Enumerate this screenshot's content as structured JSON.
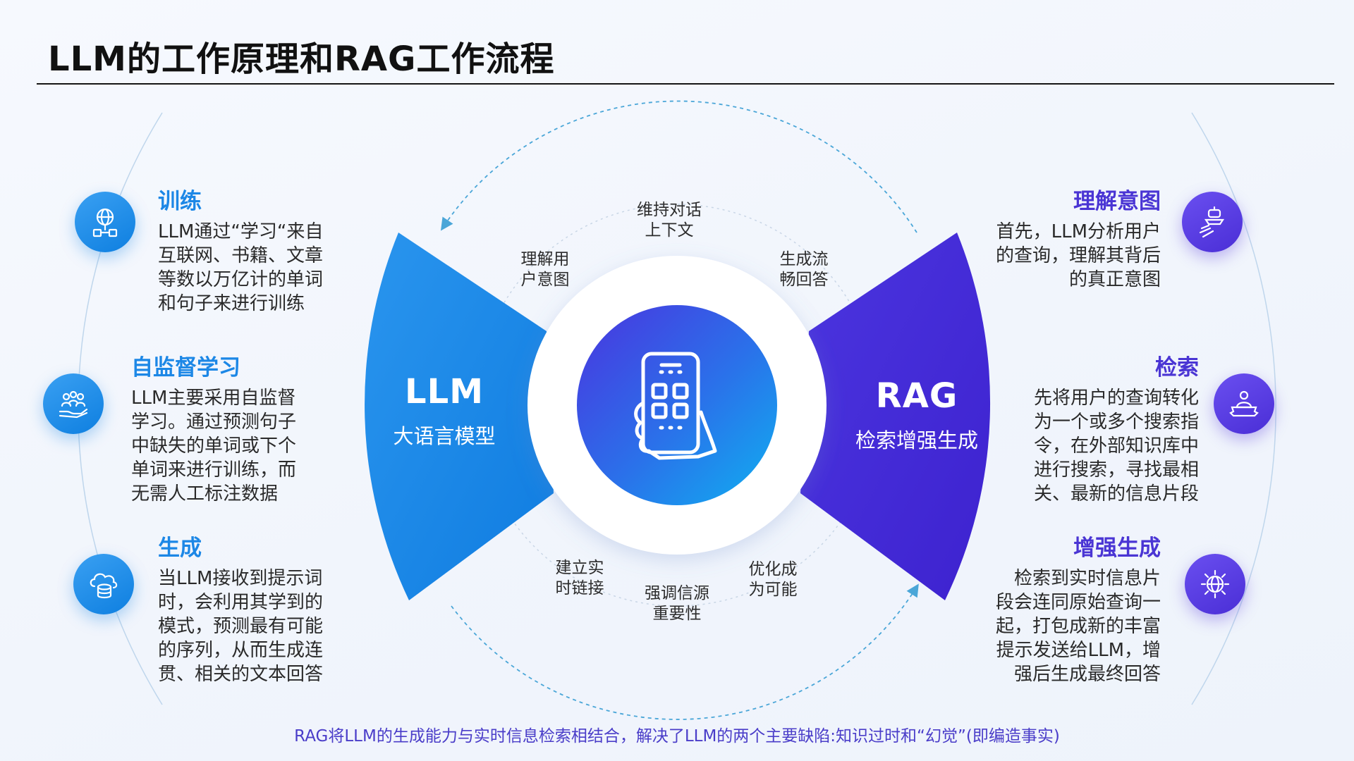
{
  "title": "LLM的工作原理和RAG工作流程",
  "colors": {
    "llm_blue": "#1b86e8",
    "rag_purple": "#4a2fd8",
    "footer_text": "#4a3dc9"
  },
  "llm": {
    "name": "LLM",
    "subtitle": "大语言模型"
  },
  "rag": {
    "name": "RAG",
    "subtitle": "检索增强生成"
  },
  "center_icon": "smartphone-hand-icon",
  "left_steps": [
    {
      "heading": "训练",
      "body": "LLM通过“学习“来自\n互联网、书籍、文章\n等数以万亿计的单词\n和句子来进行训练",
      "icon": "globe-network-icon"
    },
    {
      "heading": "自监督学习",
      "body": "LLM主要采用自监督\n学习。通过预测句子\n中缺失的单词或下个\n单词来进行训练，而\n无需人工标注数据",
      "icon": "people-hand-icon"
    },
    {
      "heading": "生成",
      "body": "当LLM接收到提示词\n时，会利用其学到的\n模式，预测最有可能\n的序列，从而生成连\n贯、相关的文本回答",
      "icon": "cloud-database-icon"
    }
  ],
  "right_steps": [
    {
      "heading": "理解意图",
      "body": "首先，LLM分析用户\n的查询，理解其背后\n的真正意图",
      "icon": "robot-hand-icon"
    },
    {
      "heading": "检索",
      "body": "先将用户的查询转化\n为一个或多个搜索指\n令，在外部知识库中\n进行搜索，寻找最相\n关、最新的信息片段",
      "icon": "person-gear-icon"
    },
    {
      "heading": "增强生成",
      "body": "检索到实时信息片\n段会连同原始查询一\n起，打包成新的丰富\n提示发送给LLM，增\n强后生成最终回答",
      "icon": "globe-gear-icon"
    }
  ],
  "cycle_labels": [
    {
      "text": "维持对话\n上下文"
    },
    {
      "text": "理解用\n户意图"
    },
    {
      "text": "生成流\n畅回答"
    },
    {
      "text": "建立实\n时链接"
    },
    {
      "text": "强调信源\n重要性"
    },
    {
      "text": "优化成\n为可能"
    }
  ],
  "footer": "RAG将LLM的生成能力与实时信息检索相结合，解决了LLM的两个主要缺陷:知识过时和“幻觉”(即编造事实)"
}
